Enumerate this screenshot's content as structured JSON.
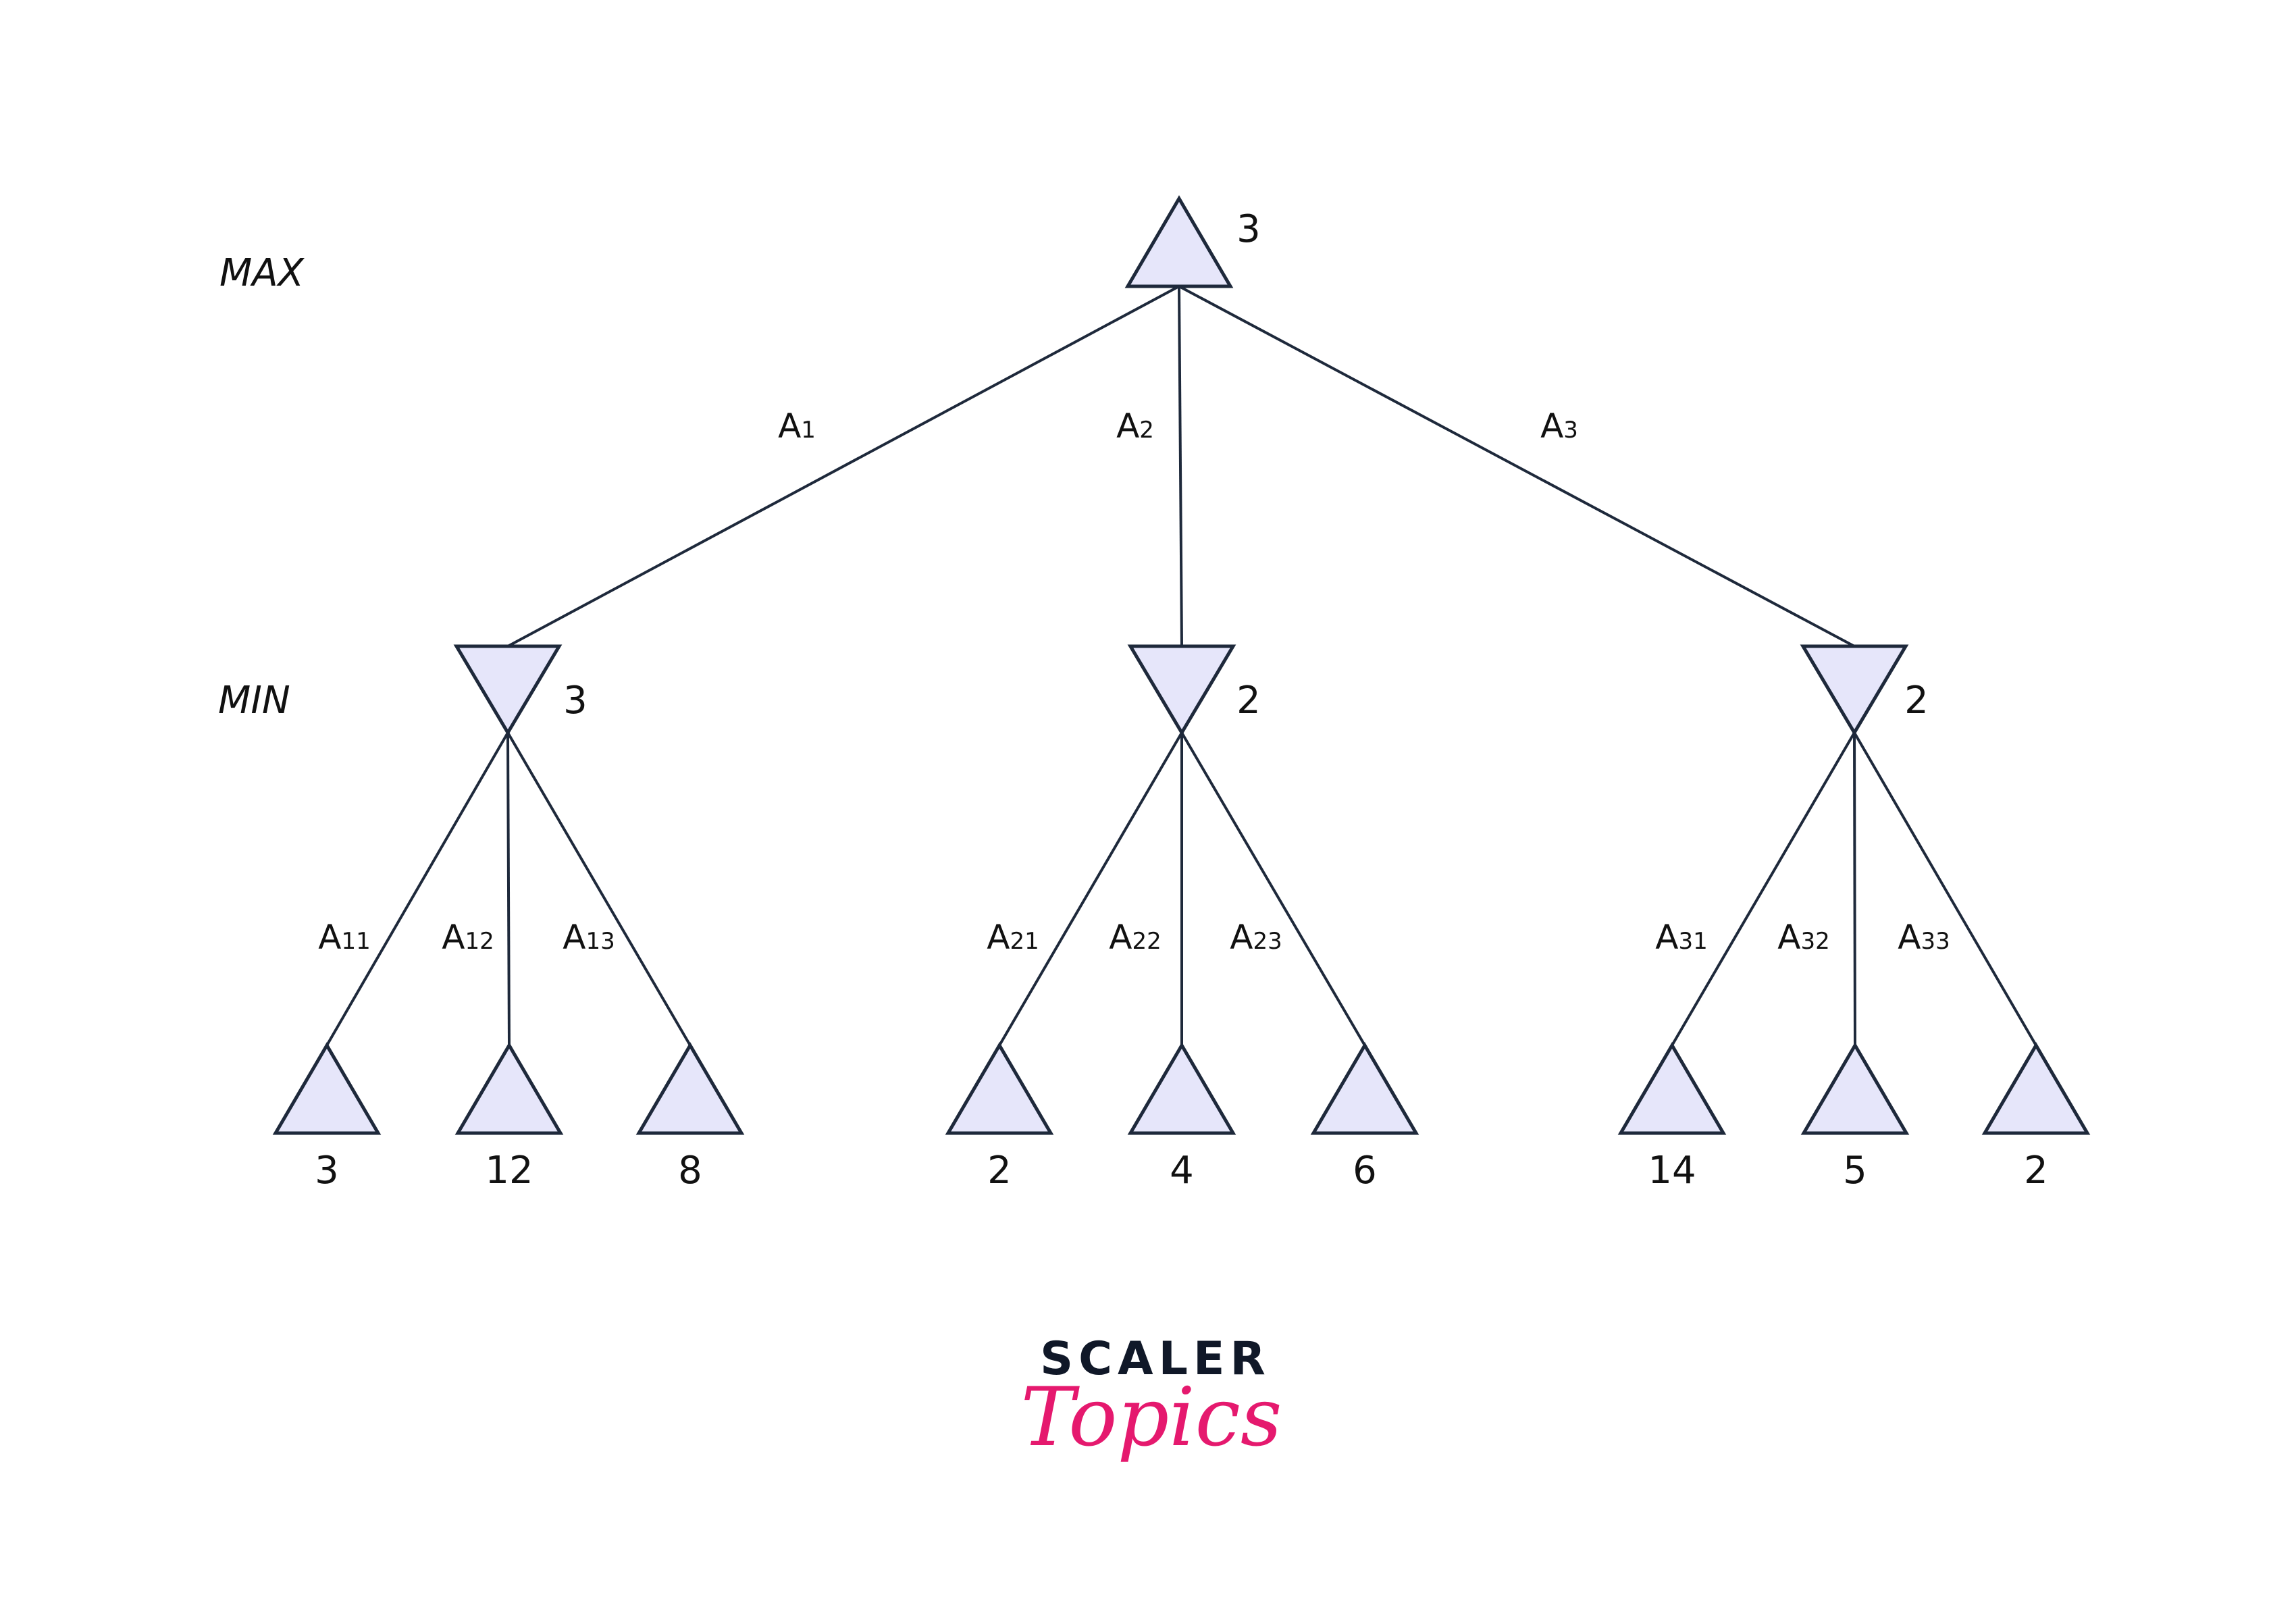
{
  "levels": {
    "max": "MAX",
    "min": "MIN"
  },
  "root": {
    "value": "3"
  },
  "min_nodes": [
    {
      "value": "3",
      "edge": {
        "main": "A",
        "sub": "1"
      },
      "leaves": [
        {
          "value": "3",
          "edge": {
            "main": "A",
            "sub": "11"
          }
        },
        {
          "value": "12",
          "edge": {
            "main": "A",
            "sub": "12"
          }
        },
        {
          "value": "8",
          "edge": {
            "main": "A",
            "sub": "13"
          }
        }
      ]
    },
    {
      "value": "2",
      "edge": {
        "main": "A",
        "sub": "2"
      },
      "leaves": [
        {
          "value": "2",
          "edge": {
            "main": "A",
            "sub": "21"
          }
        },
        {
          "value": "4",
          "edge": {
            "main": "A",
            "sub": "22"
          }
        },
        {
          "value": "6",
          "edge": {
            "main": "A",
            "sub": "23"
          }
        }
      ]
    },
    {
      "value": "2",
      "edge": {
        "main": "A",
        "sub": "3"
      },
      "leaves": [
        {
          "value": "14",
          "edge": {
            "main": "A",
            "sub": "31"
          }
        },
        {
          "value": "5",
          "edge": {
            "main": "A",
            "sub": "32"
          }
        },
        {
          "value": "2",
          "edge": {
            "main": "A",
            "sub": "33"
          }
        }
      ]
    }
  ],
  "logo": {
    "line1": "SCALER",
    "line2": "Topics"
  },
  "colors": {
    "node_fill": "#e6e6fa",
    "stroke": "#1e293b",
    "brand_dark": "#101828",
    "brand_pink": "#e5196e"
  }
}
